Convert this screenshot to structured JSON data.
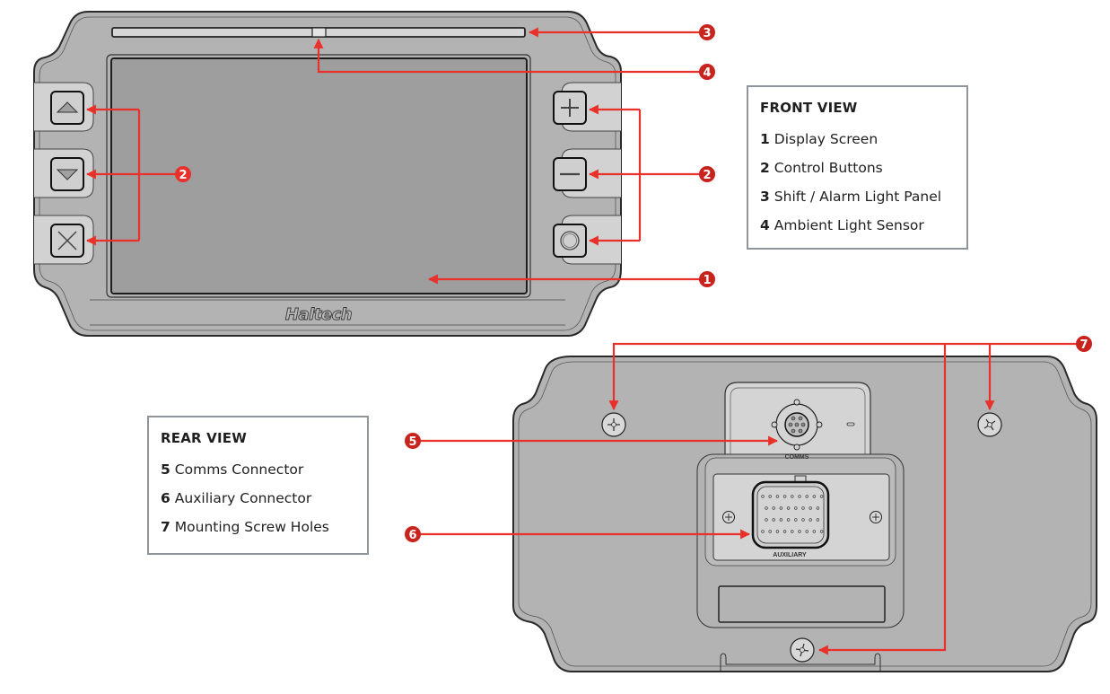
{
  "front_legend": {
    "title": "FRONT VIEW",
    "items": [
      {
        "num": "1",
        "label": "Display Screen"
      },
      {
        "num": "2",
        "label": "Control Buttons"
      },
      {
        "num": "3",
        "label": "Shift / Alarm Light Panel"
      },
      {
        "num": "4",
        "label": "Ambient Light Sensor"
      }
    ]
  },
  "rear_legend": {
    "title": "REAR VIEW",
    "items": [
      {
        "num": "5",
        "label": "Comms Connector"
      },
      {
        "num": "6",
        "label": "Auxiliary Connector"
      },
      {
        "num": "7",
        "label": "Mounting Screw Holes"
      }
    ]
  },
  "front_view": {
    "logo": "Haltech",
    "buttons_left": [
      "up-arrow",
      "down-arrow",
      "cross"
    ],
    "buttons_right": [
      "plus",
      "minus",
      "circle"
    ]
  },
  "rear_view": {
    "comms_label": "COMMS",
    "aux_label": "AUXILIARY"
  },
  "callouts": {
    "c1": "1",
    "c2_left": "2",
    "c2_right": "2",
    "c3": "3",
    "c4": "4",
    "c5": "5",
    "c6": "6",
    "c7": "7"
  },
  "colors": {
    "callout_red": "#e8312a",
    "callout_dark": "#c8231c",
    "body_gray": "#b3b3b3",
    "screen_gray": "#9e9e9e",
    "panel_light": "#d4d4d4",
    "legend_border": "#8e969c"
  }
}
